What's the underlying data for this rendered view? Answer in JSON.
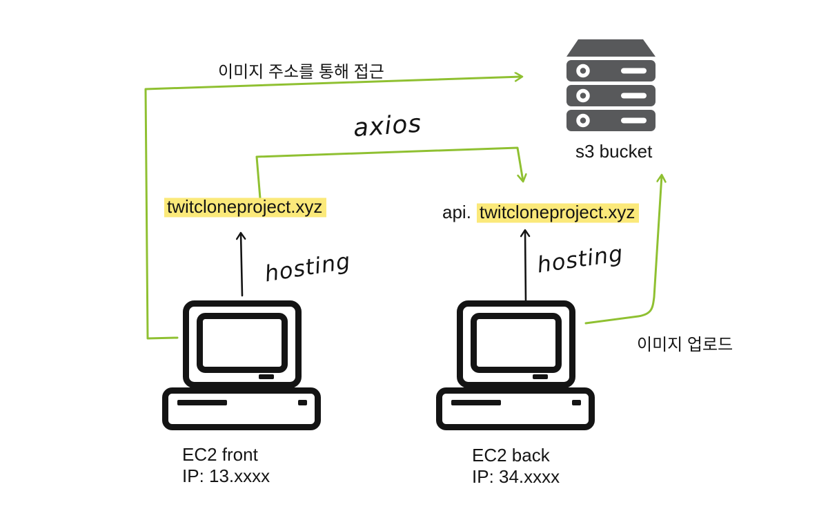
{
  "diagram": {
    "labels": {
      "access": "이미지 주소를 통해 접근",
      "axios": "axios",
      "hosting_left": "hosting",
      "hosting_right": "hosting",
      "upload": "이미지 업로드",
      "s3": "s3 bucket"
    },
    "front": {
      "domain": "twitcloneproject.xyz",
      "name": "EC2  front",
      "ip": "IP: 13.xxxx"
    },
    "back": {
      "domain_prefix": "api.",
      "domain": "twitcloneproject.xyz",
      "name": "EC2 back",
      "ip": "IP: 34.xxxx"
    },
    "icons": [
      "server-stack-icon",
      "computer-icon"
    ],
    "colors": {
      "arrow_green": "#8fc031",
      "highlight_yellow": "#fbe97a",
      "server_gray": "#58595b",
      "line_black": "#141414"
    }
  }
}
